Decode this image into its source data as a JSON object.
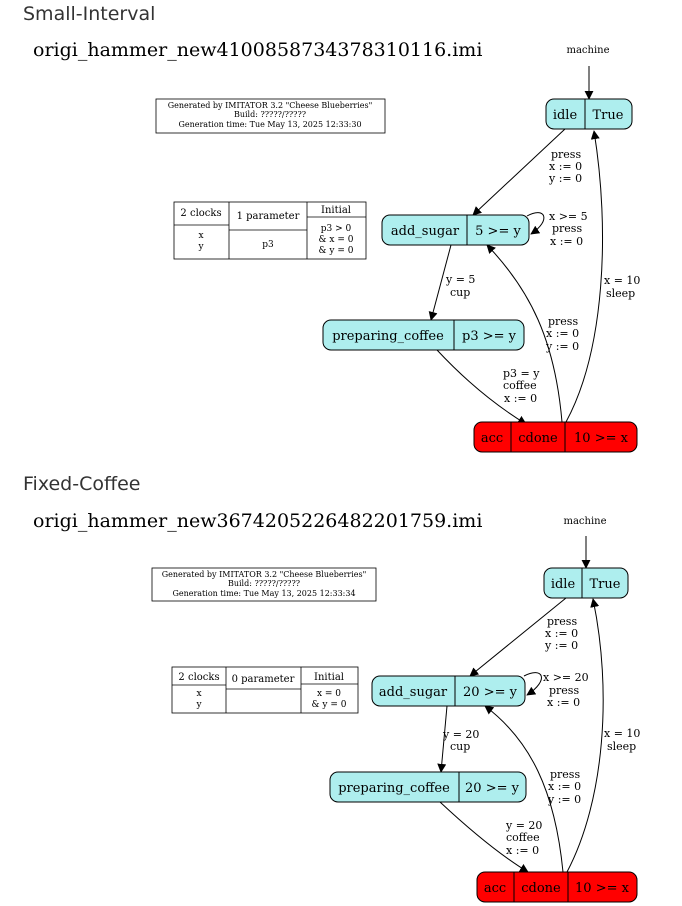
{
  "sections": [
    {
      "heading": "Small-Interval",
      "file_name": "origi_hammer_new4100858734378310116.imi",
      "automaton": "machine",
      "generated_by": "Generated by IMITATOR 3.2 \"Cheese Blueberries\"",
      "build": "Build: ?????/?????",
      "generation_time": "Generation time: Tue May 13, 2025 12:33:30",
      "table": {
        "col1_header": "2 clocks",
        "col1_items": [
          "x",
          "y"
        ],
        "col2_header": "1 parameter",
        "col2_items": [
          "p3"
        ],
        "col3_header": "Initial",
        "col3_items": [
          "p3 > 0",
          "& x = 0",
          "& y = 0"
        ]
      },
      "states": {
        "idle": {
          "name": "idle",
          "invariant": "True"
        },
        "add_sugar": {
          "name": "add_sugar",
          "invariant": "5 >= y"
        },
        "preparing": {
          "name": "preparing_coffee",
          "invariant": "p3 >= y"
        },
        "cdone": {
          "acc": "acc",
          "name": "cdone",
          "invariant": "10 >= x"
        }
      },
      "edges": {
        "idle_to_sugar": [
          "press",
          "x := 0",
          "y := 0"
        ],
        "sugar_self": [
          "x >= 5",
          "press",
          "x := 0"
        ],
        "sugar_to_prep": [
          "y = 5",
          "cup"
        ],
        "prep_to_cdone": [
          "p3 = y",
          "coffee",
          "x := 0"
        ],
        "cdone_to_sugar": [
          "press",
          "x := 0",
          "y := 0"
        ],
        "cdone_to_idle": [
          "x = 10",
          "sleep"
        ]
      },
      "colors": {
        "state_fill": "#aeeeee",
        "accepting_fill": "#ff0000"
      }
    },
    {
      "heading": "Fixed-Coffee",
      "file_name": "origi_hammer_new3674205226482201759.imi",
      "automaton": "machine",
      "generated_by": "Generated by IMITATOR 3.2 \"Cheese Blueberries\"",
      "build": "Build: ?????/?????",
      "generation_time": "Generation time: Tue May 13, 2025 12:33:34",
      "table": {
        "col1_header": "2 clocks",
        "col1_items": [
          "x",
          "y"
        ],
        "col2_header": "0 parameter",
        "col2_items": [],
        "col3_header": "Initial",
        "col3_items": [
          "x = 0",
          "& y = 0"
        ]
      },
      "states": {
        "idle": {
          "name": "idle",
          "invariant": "True"
        },
        "add_sugar": {
          "name": "add_sugar",
          "invariant": "20 >= y"
        },
        "preparing": {
          "name": "preparing_coffee",
          "invariant": "20 >= y"
        },
        "cdone": {
          "acc": "acc",
          "name": "cdone",
          "invariant": "10 >= x"
        }
      },
      "edges": {
        "idle_to_sugar": [
          "press",
          "x := 0",
          "y := 0"
        ],
        "sugar_self": [
          "x >= 20",
          "press",
          "x := 0"
        ],
        "sugar_to_prep": [
          "y = 20",
          "cup"
        ],
        "prep_to_cdone": [
          "y = 20",
          "coffee",
          "x := 0"
        ],
        "cdone_to_sugar": [
          "press",
          "x := 0",
          "y := 0"
        ],
        "cdone_to_idle": [
          "x = 10",
          "sleep"
        ]
      },
      "colors": {
        "state_fill": "#aeeeee",
        "accepting_fill": "#ff0000"
      }
    }
  ]
}
